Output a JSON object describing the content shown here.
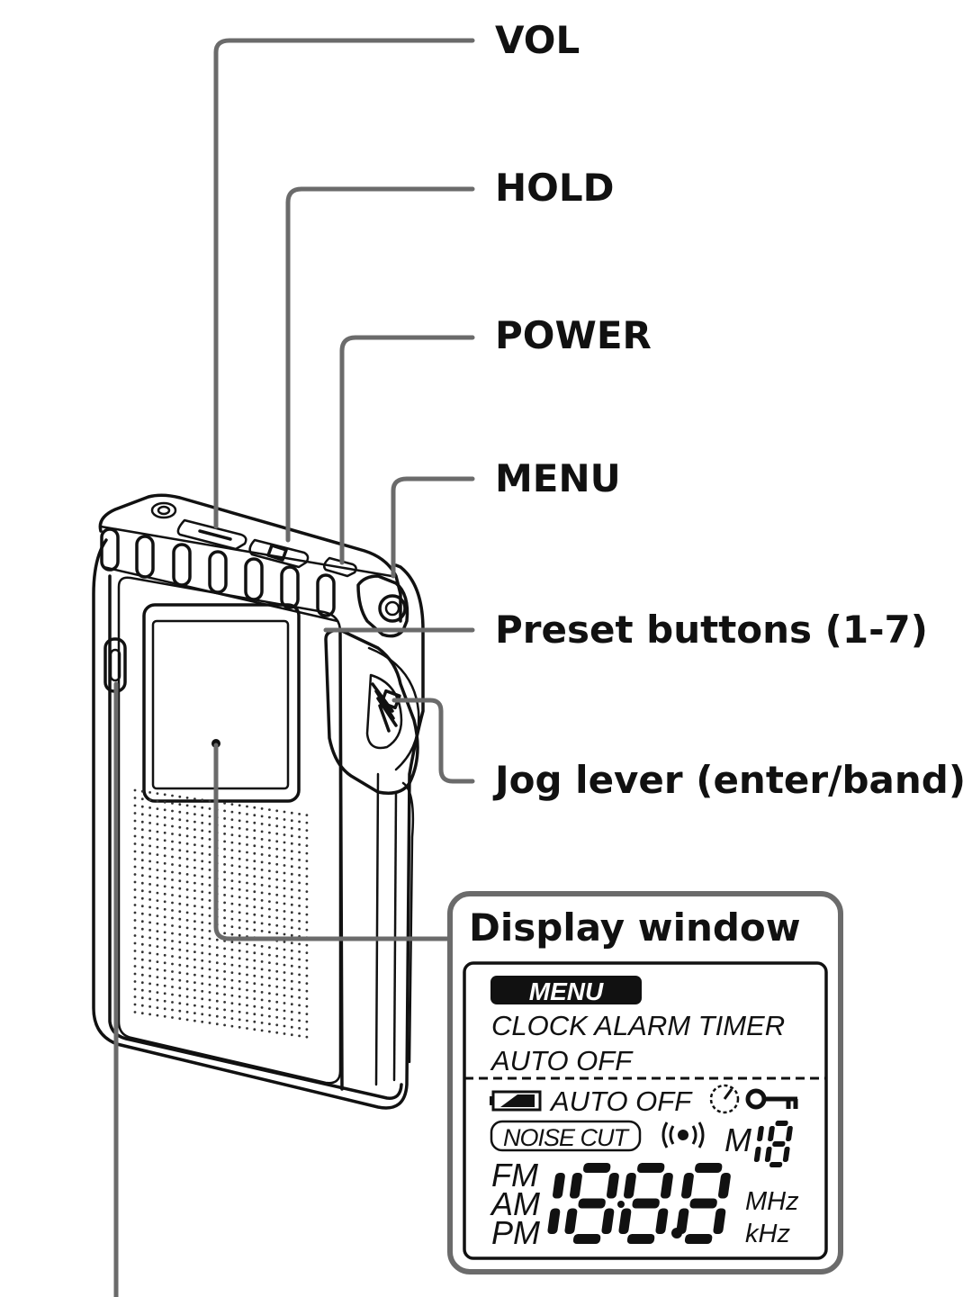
{
  "callouts": {
    "vol": "VOL",
    "hold": "HOLD",
    "power": "POWER",
    "menu": "MENU",
    "preset": "Preset buttons (1-7)",
    "jog": "Jog lever (enter/band)",
    "display": "Display window"
  },
  "lcd": {
    "menu_badge": "MENU",
    "line1": "CLOCK ALARM TIMER",
    "line2": "AUTO OFF",
    "status_auto_off": "AUTO OFF",
    "noise_cut": "NOISE CUT",
    "mem_label": "M",
    "band_fm": "FM",
    "band_am": "AM",
    "band_pm": "PM",
    "unit_mhz": "MHz",
    "unit_khz": "kHz",
    "icons": [
      "battery-icon",
      "clock-icon",
      "key-icon",
      "stereo-icon"
    ]
  },
  "colors": {
    "ink": "#111111",
    "leader": "#6b6b6b",
    "background": "#ffffff"
  }
}
